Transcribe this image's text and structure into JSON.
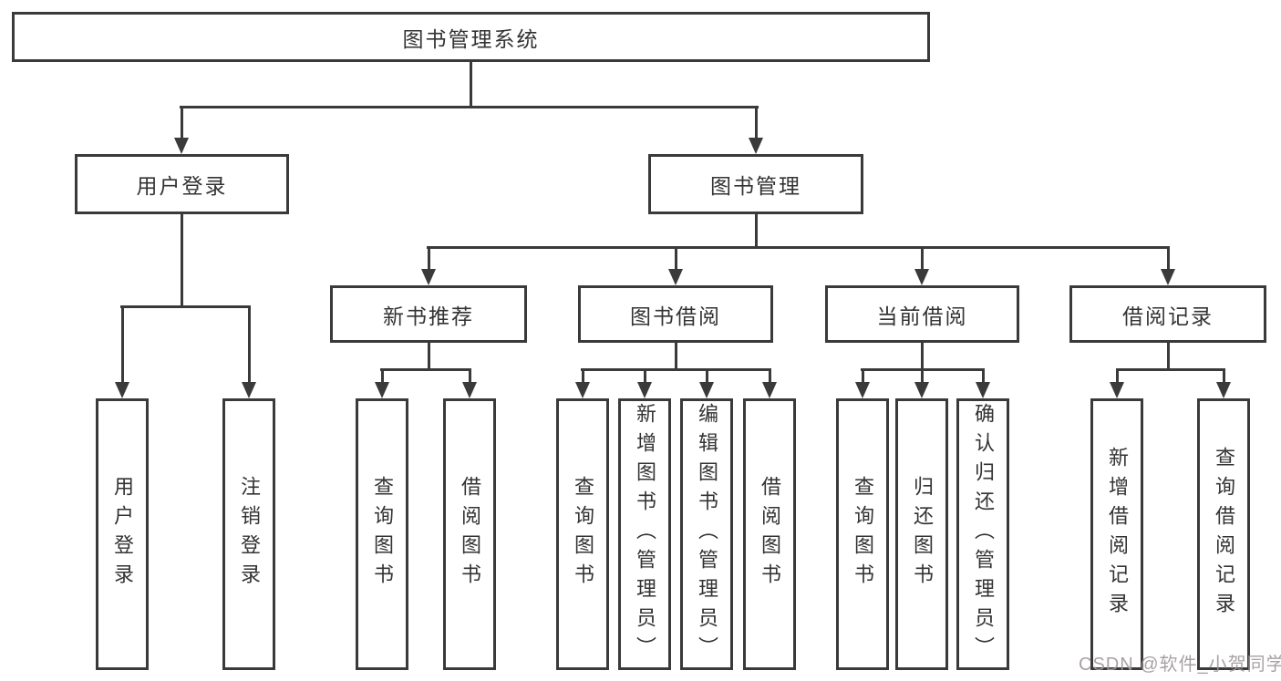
{
  "diagram": {
    "title": "图书管理系统",
    "colors": {
      "line": "#3a3a3a",
      "text": "#333333",
      "box_background": "#ffffff",
      "watermark": "#9e989c"
    },
    "root": {
      "label": "图书管理系统"
    },
    "branches": {
      "user_login": {
        "label": "用户登录",
        "children": [
          "用户登录",
          "注销登录"
        ]
      },
      "book_management": {
        "label": "图书管理",
        "sections": {
          "new_book_recommend": {
            "label": "新书推荐",
            "children": [
              "查询图书",
              "借阅图书"
            ]
          },
          "book_borrowing": {
            "label": "图书借阅",
            "children": [
              "查询图书",
              "新增图书（管理员）",
              "编辑图书（管理员）",
              "借阅图书"
            ]
          },
          "current_borrowing": {
            "label": "当前借阅",
            "children": [
              "查询图书",
              "归还图书",
              "确认归还（管理员）"
            ]
          },
          "borrowing_records": {
            "label": "借阅记录",
            "children": [
              "新增借阅记录",
              "查询借阅记录"
            ]
          }
        }
      }
    },
    "watermark": "CSDN @软件_小贺同学"
  }
}
